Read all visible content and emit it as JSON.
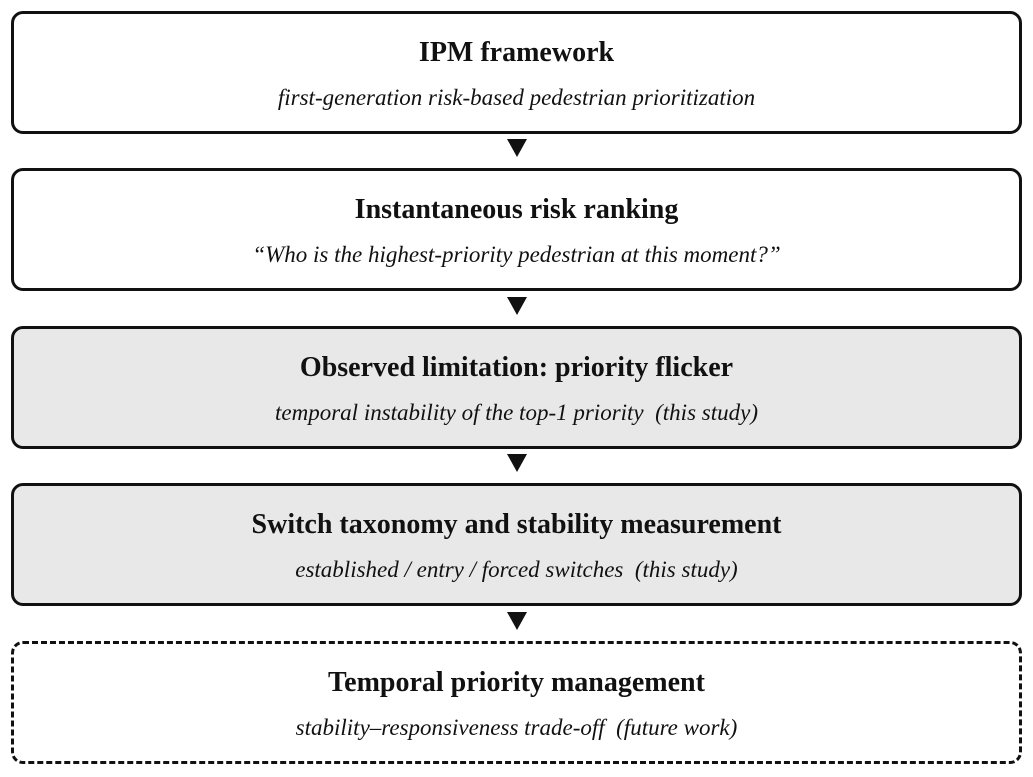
{
  "boxes": [
    {
      "title": "IPM framework",
      "subtitle": "first-generation risk-based pedestrian prioritization",
      "style": "plain"
    },
    {
      "title": "Instantaneous risk ranking",
      "subtitle": "“Who is the highest-priority pedestrian at this moment?”",
      "style": "plain"
    },
    {
      "title": "Observed limitation: priority flicker",
      "subtitle": "temporal instability of the top-1 priority  (this study)",
      "style": "shaded"
    },
    {
      "title": "Switch taxonomy and stability measurement",
      "subtitle": "established / entry / forced switches  (this study)",
      "style": "shaded"
    },
    {
      "title": "Temporal priority management",
      "subtitle": "stability–responsiveness trade-off  (future work)",
      "style": "dashed"
    }
  ],
  "colors": {
    "border": "#111111",
    "shaded_fill": "#e8e8e8",
    "plain_fill": "#ffffff",
    "arrow": "#111111"
  }
}
